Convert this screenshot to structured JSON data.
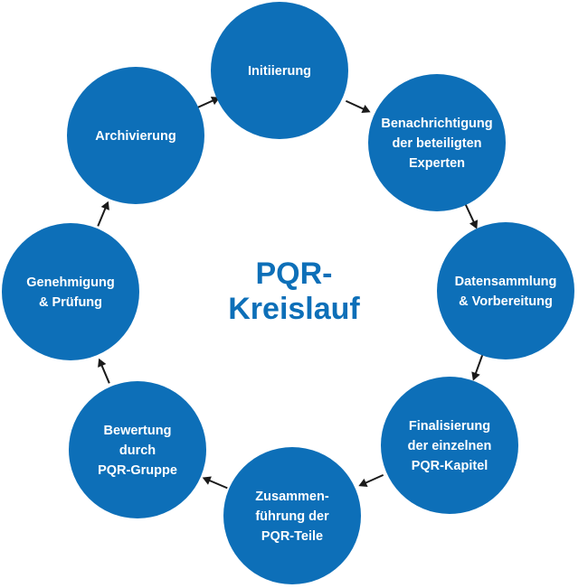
{
  "title": {
    "lines": [
      "PQR-",
      "Kreislauf"
    ]
  },
  "colors": {
    "node_fill": "#0d6fb8",
    "node_text": "#ffffff",
    "title_text": "#0d6fb8",
    "arrow": "#1a1a1a"
  },
  "nodes": [
    {
      "lines": [
        "Initiierung"
      ]
    },
    {
      "lines": [
        "Benachrichtigung",
        "der beteiligten",
        "Experten"
      ]
    },
    {
      "lines": [
        "Datensammlung",
        "& Vorbereitung"
      ]
    },
    {
      "lines": [
        "Finalisierung",
        "der einzelnen",
        "PQR-Kapitel"
      ]
    },
    {
      "lines": [
        "Zusammen-",
        "führung der",
        "PQR-Teile"
      ]
    },
    {
      "lines": [
        "Bewertung",
        "durch",
        "PQR-Gruppe"
      ]
    },
    {
      "lines": [
        "Genehmigung",
        "& Prüfung"
      ]
    },
    {
      "lines": [
        "Archivierung"
      ]
    }
  ]
}
